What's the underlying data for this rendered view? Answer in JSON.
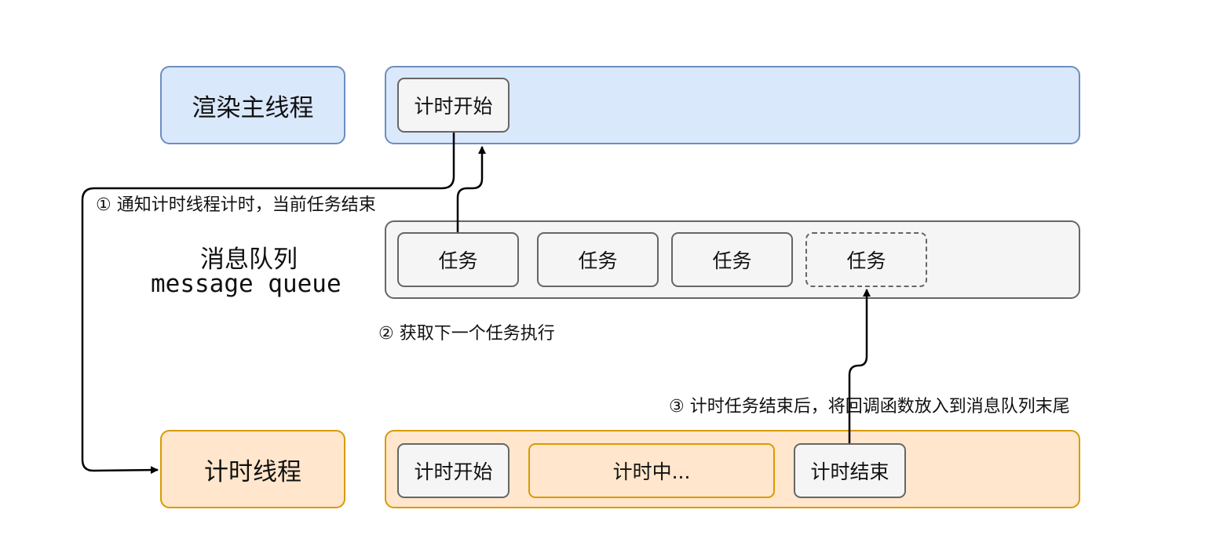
{
  "lanes": {
    "render_thread": {
      "label": "渲染主线程"
    },
    "message_queue": {
      "label_cn": "消息队列",
      "label_en": "message queue"
    },
    "timer_thread": {
      "label": "计时线程"
    }
  },
  "render_lane": {
    "task_label": "计时开始"
  },
  "queue_lane": {
    "tasks": [
      "任务",
      "任务",
      "任务",
      "任务"
    ]
  },
  "timer_lane": {
    "start_label": "计时开始",
    "progress_label": "计时中...",
    "end_label": "计时结束"
  },
  "annotations": {
    "step1": "① 通知计时线程计时，当前任务结束",
    "step2": "② 获取下一个任务执行",
    "step3": "③ 计时任务结束后，将回调函数放入到消息队列末尾"
  },
  "colors": {
    "blue_fill": "#dae8fc",
    "blue_stroke": "#6c8ebf",
    "orange_fill": "#ffe6cc",
    "orange_stroke": "#d79b00",
    "gray_fill": "#f5f5f5",
    "gray_stroke": "#666666"
  }
}
